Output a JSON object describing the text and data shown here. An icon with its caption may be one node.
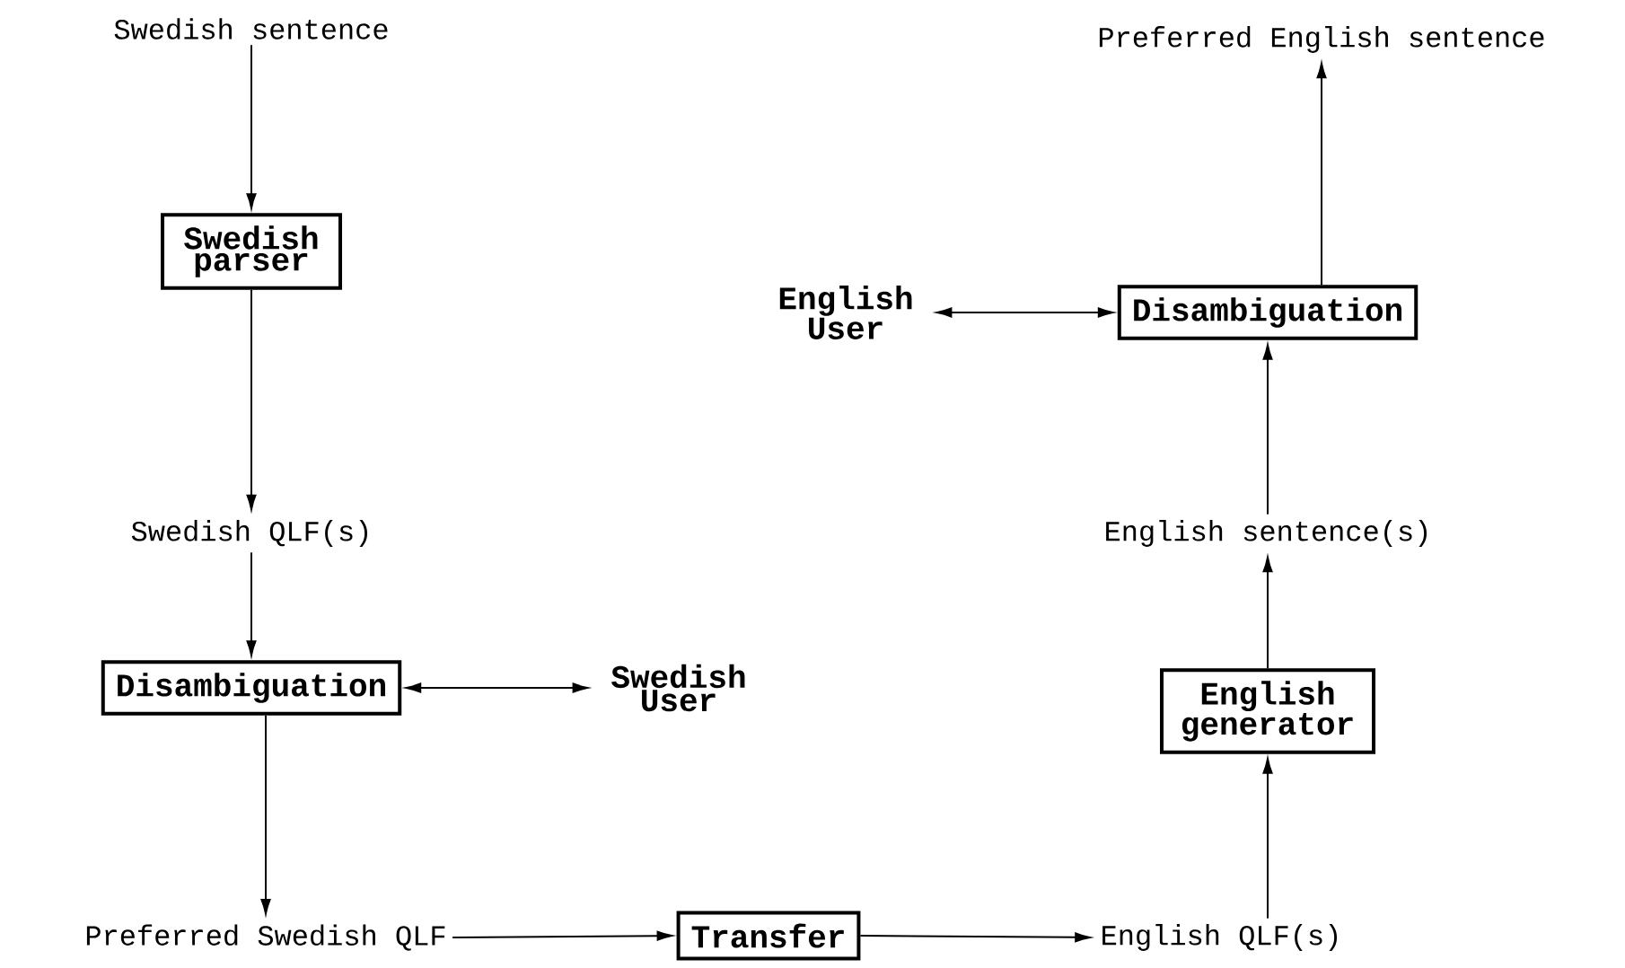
{
  "diagram": {
    "nodes": [
      {
        "text": [
          "Swedish sentence"
        ]
      },
      {
        "text": [
          "Swedish parser"
        ]
      },
      {
        "text": [
          "Swedish QLF(s)"
        ]
      },
      {
        "text": [
          "Disambiguation"
        ]
      },
      {
        "text": [
          "Swedish User"
        ]
      },
      {
        "text": [
          "Preferred Swedish QLF"
        ]
      },
      {
        "text": [
          "Transfer"
        ]
      },
      {
        "text": [
          "English QLF(s)"
        ]
      },
      {
        "text": [
          "English generator"
        ]
      },
      {
        "text": [
          "English sentence(s)"
        ]
      },
      {
        "text": [
          "Disambiguation"
        ]
      },
      {
        "text": [
          "English User"
        ]
      },
      {
        "text": [
          "Preferred English sentence"
        ]
      }
    ],
    "edges": [
      {
        "from": 0,
        "to": 1,
        "arrow": "to"
      },
      {
        "from": 1,
        "to": 2,
        "arrow": "to"
      },
      {
        "from": 2,
        "to": 3,
        "arrow": "to"
      },
      {
        "from": 3,
        "to": 4,
        "arrow": "both"
      },
      {
        "from": 3,
        "to": 5,
        "arrow": "to"
      },
      {
        "from": 5,
        "to": 6,
        "arrow": "to"
      },
      {
        "from": 6,
        "to": 7,
        "arrow": "to"
      },
      {
        "from": 7,
        "to": 8,
        "arrow": "to"
      },
      {
        "from": 8,
        "to": 9,
        "arrow": "to"
      },
      {
        "from": 9,
        "to": 10,
        "arrow": "to"
      },
      {
        "from": 10,
        "to": 11,
        "arrow": "both"
      },
      {
        "from": 10,
        "to": 12,
        "arrow": "to"
      }
    ]
  }
}
